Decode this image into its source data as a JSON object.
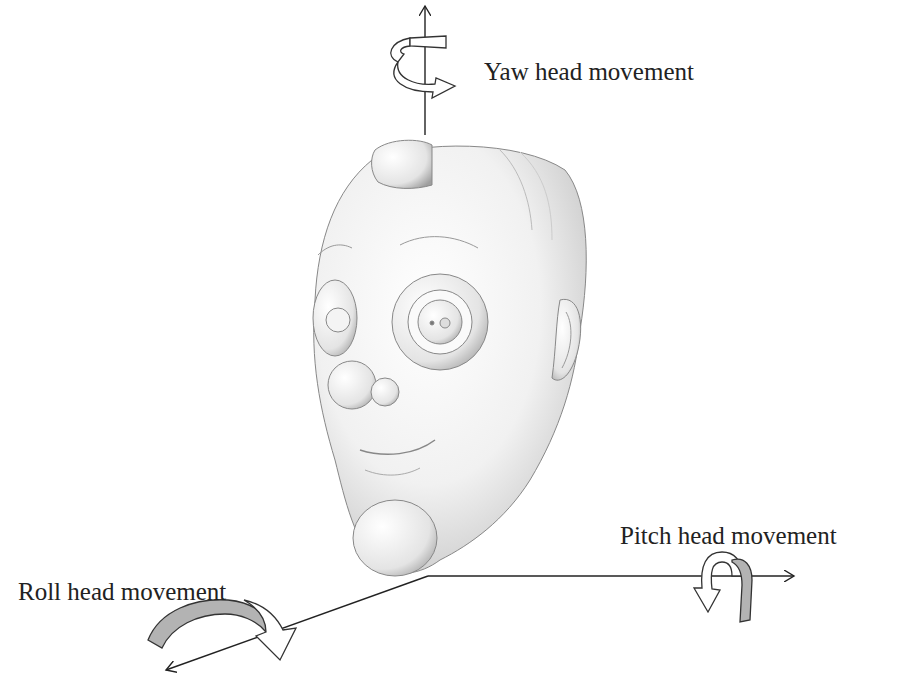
{
  "diagram": {
    "labels": [
      "Yaw head movement",
      "Pitch head movement",
      "Roll head movement"
    ]
  }
}
